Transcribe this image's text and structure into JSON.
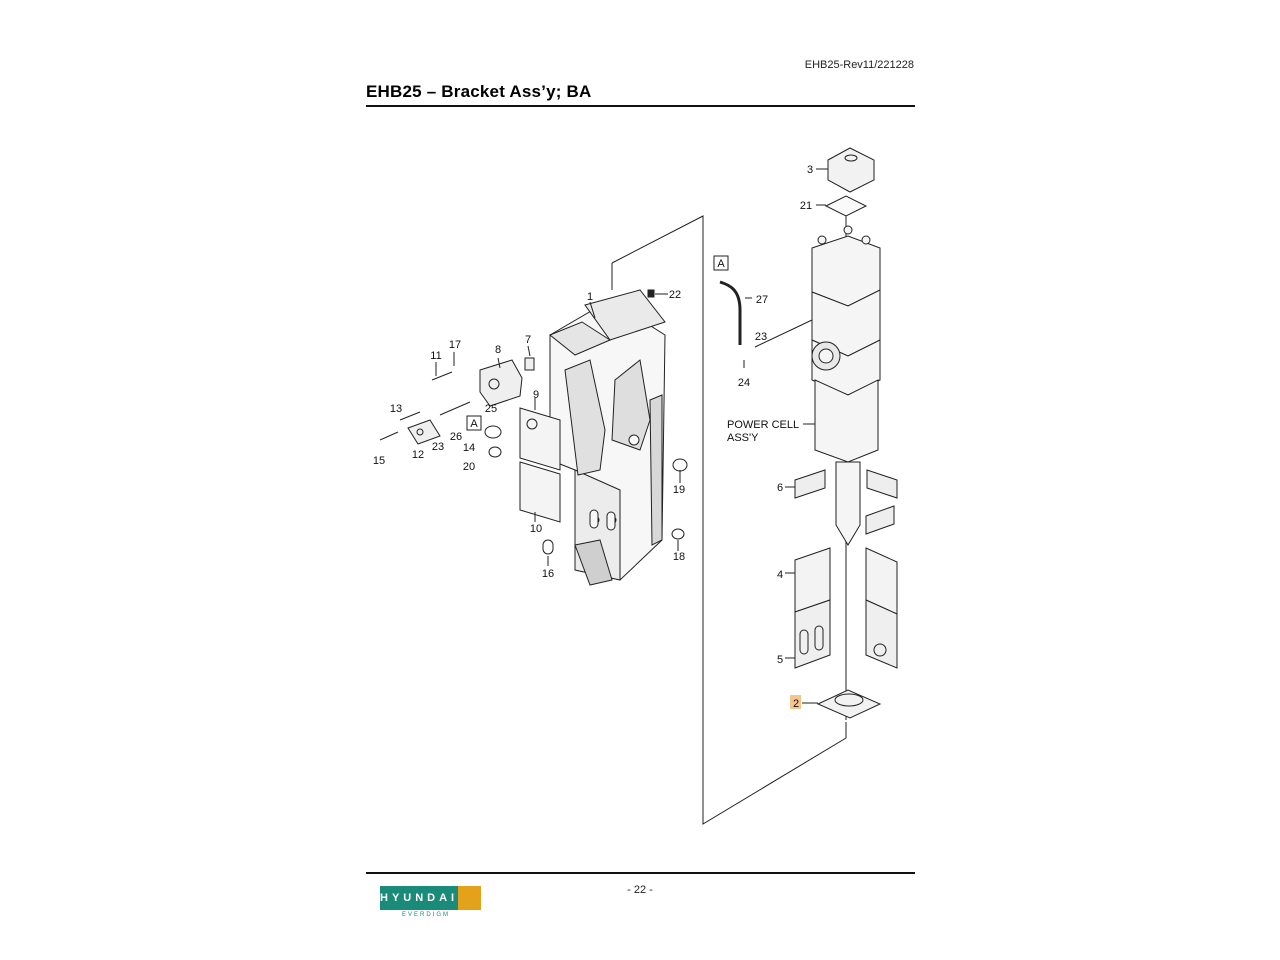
{
  "header": {
    "doc_code": "EHB25-Rev11/221228",
    "title": "EHB25 – Bracket Ass’y; BA"
  },
  "diagram": {
    "part_labels": {
      "p1": "1",
      "p2": "2",
      "p3": "3",
      "p4": "4",
      "p5": "5",
      "p6": "6",
      "p7": "7",
      "p8": "8",
      "p9": "9",
      "p10": "10",
      "p11": "11",
      "p12": "12",
      "p13": "13",
      "p14": "14",
      "p15": "15",
      "p16": "16",
      "p17": "17",
      "p18": "18",
      "p19": "19",
      "p20": "20",
      "p21": "21",
      "p22": "22",
      "p23a": "23",
      "p23b": "23",
      "p24": "24",
      "p25": "25",
      "p26": "26",
      "p27": "27"
    },
    "ref_tag_a": "A",
    "power_cell_line1": "POWER CELL",
    "power_cell_line2": "ASS'Y",
    "highlight_color": "#f5c58f"
  },
  "footer": {
    "page_number": "- 22 -",
    "logo_text": "HYUNDAI",
    "logo_sub": "EVERDIGM",
    "logo_green": "#1a8a79",
    "logo_orange": "#e3a21a"
  }
}
